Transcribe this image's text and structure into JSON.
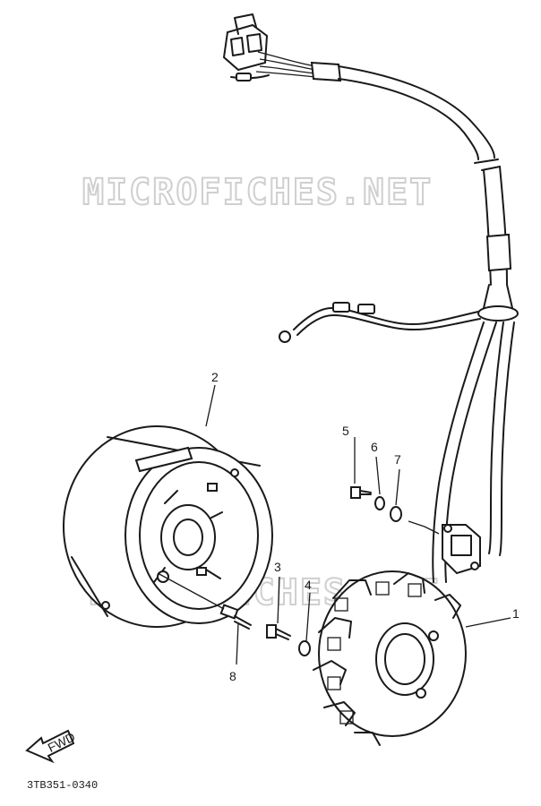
{
  "watermark": "MICROFICHES.NET",
  "part_callouts": [
    "1",
    "2",
    "3",
    "4",
    "5",
    "6",
    "7",
    "8"
  ],
  "fwd_label": "FWD",
  "diagram_code": "3TB351-0340"
}
